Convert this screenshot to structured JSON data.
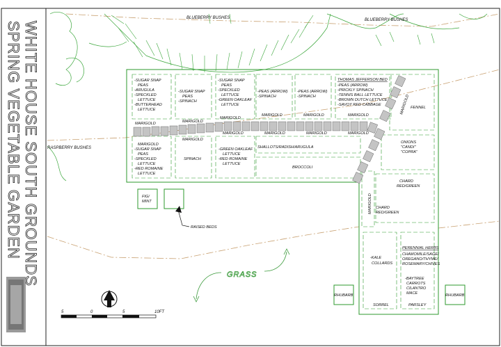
{
  "title": {
    "line1": "SPRING VEGETABLE GARDEN",
    "line2": "WHITE HOUSE SOUTH GROUNDS"
  },
  "labels": {
    "blueberry_left": "BLUEBERRY BUSHES",
    "blueberry_right": "BLUEBERRY BUSHES",
    "raspberry": "RASPBERRY BUSHES",
    "jefferson_bed": "THOMAS JEFFERSON BED",
    "raised_beds": "RAISED BEDS",
    "grass": "GRASS",
    "fig_mint": [
      "FIG/",
      "MINT"
    ],
    "rhubarb_left": "RHUBARB",
    "rhubarb_right": "RHUBARB",
    "fennel": "FENNEL",
    "onions": [
      "ONIONS",
      "\"CANDI\"",
      "\"COPRA\""
    ],
    "chard_1": [
      "CHARD",
      "RED/GREEN"
    ],
    "chard_2": [
      "CHARD",
      "RED/GREEN"
    ],
    "broccoli": "BROCCOLI",
    "shallots": "SHALLOTS/RADISH/ARUGULA",
    "spinach": "SPINACH",
    "kale": [
      "-KALE",
      "COLLARDS"
    ],
    "sorrel": "SORREL",
    "parsley": "PARSLEY",
    "perennial_head": "PERENNIAL HERBS",
    "perennial": [
      "CHAMOMILE/SAGE/",
      "OREGANO/THYME/",
      "ROSEMARY/CHIVES"
    ],
    "herbs2": [
      "-BAYTREE",
      "CARROTS",
      "CILANTRO",
      "MACE"
    ],
    "bed1_top": [
      "-SUGAR SNAP",
      "PEAS",
      "-ARUGULA",
      "-SPECKLED",
      "LETTUCE",
      "-BUTTERHEAD",
      "LETTUCE"
    ],
    "bed2_top": [
      "-SUGAR SNAP",
      "PEAS",
      "-SPINACH"
    ],
    "bed3_top": [
      "-SUGAR SNAP",
      "PEAS",
      "-SPECKLED",
      "LETTUCE",
      "-GREEN OAKLEAF",
      "LETTUCE"
    ],
    "bed4_top": [
      "-PEAS (ARROW)",
      "-SPINACH"
    ],
    "bed5_top": [
      "-PEAS (ARROW)",
      "-SPINACH"
    ],
    "jefferson_list": [
      "-PEAS (ARROW)",
      "-PRICKLY SPINACH",
      "-TENNIS BALL LETTUCE",
      "-BROWN DUTCH LETTUCE",
      "-SAVOY RED CABBAGE"
    ],
    "bed1_bottom": [
      "-SUGAR SNAP",
      "PEAS",
      "-SPECKLED",
      "LETTUCE",
      "-RED ROMAINE",
      "LETTUCE"
    ],
    "bed3_bottom": [
      "-GREEN OAKLEAF",
      "LETTUCE",
      "-RED ROMAINE",
      "LETTUCE"
    ],
    "marigold": "MARIGOLD"
  },
  "scale": {
    "ticks": [
      "5",
      "0",
      "5",
      "10FT"
    ]
  },
  "colors": {
    "bed_line": "#2e9a2e",
    "tree": "#3aa63a",
    "path": "#c8a070",
    "stone": "#c4c4c4"
  }
}
